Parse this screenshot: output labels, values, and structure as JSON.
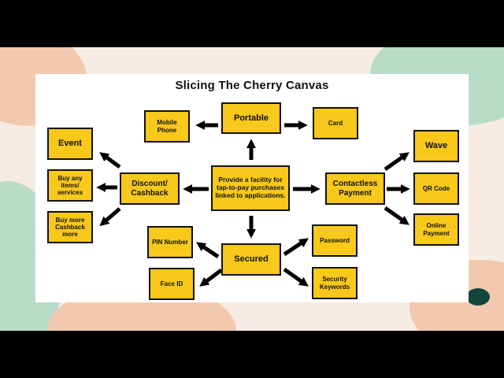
{
  "slide": {
    "title": "Slicing The Cherry Canvas"
  },
  "diagram": {
    "center": "Provide a facility for tap-to-pay purchases linked to applications.",
    "portable": "Portable",
    "mobile_phone": "Mobile Phone",
    "card": "Card",
    "discount": "Discount/ Cashback",
    "event": "Event",
    "buy_any": "Buy any items/ services",
    "buy_more": "Buy more Cashback more",
    "contactless": "Contactless Payment",
    "wave": "Wave",
    "qr_code": "QR Code",
    "online_payment": "Online Payment",
    "secured": "Secured",
    "pin_number": "PIN Number",
    "face_id": "Face ID",
    "password": "Password",
    "security_keywords": "Security Keywords"
  },
  "colors": {
    "box_fill": "#f8c81a",
    "box_border": "#111111",
    "arrow": "#000000",
    "slide_bg": "#ffffff",
    "backdrop": "#f6ece4",
    "blob_peach": "#f2c9ae",
    "blob_green": "#b9dcc8",
    "blob_dark": "#12463a"
  }
}
